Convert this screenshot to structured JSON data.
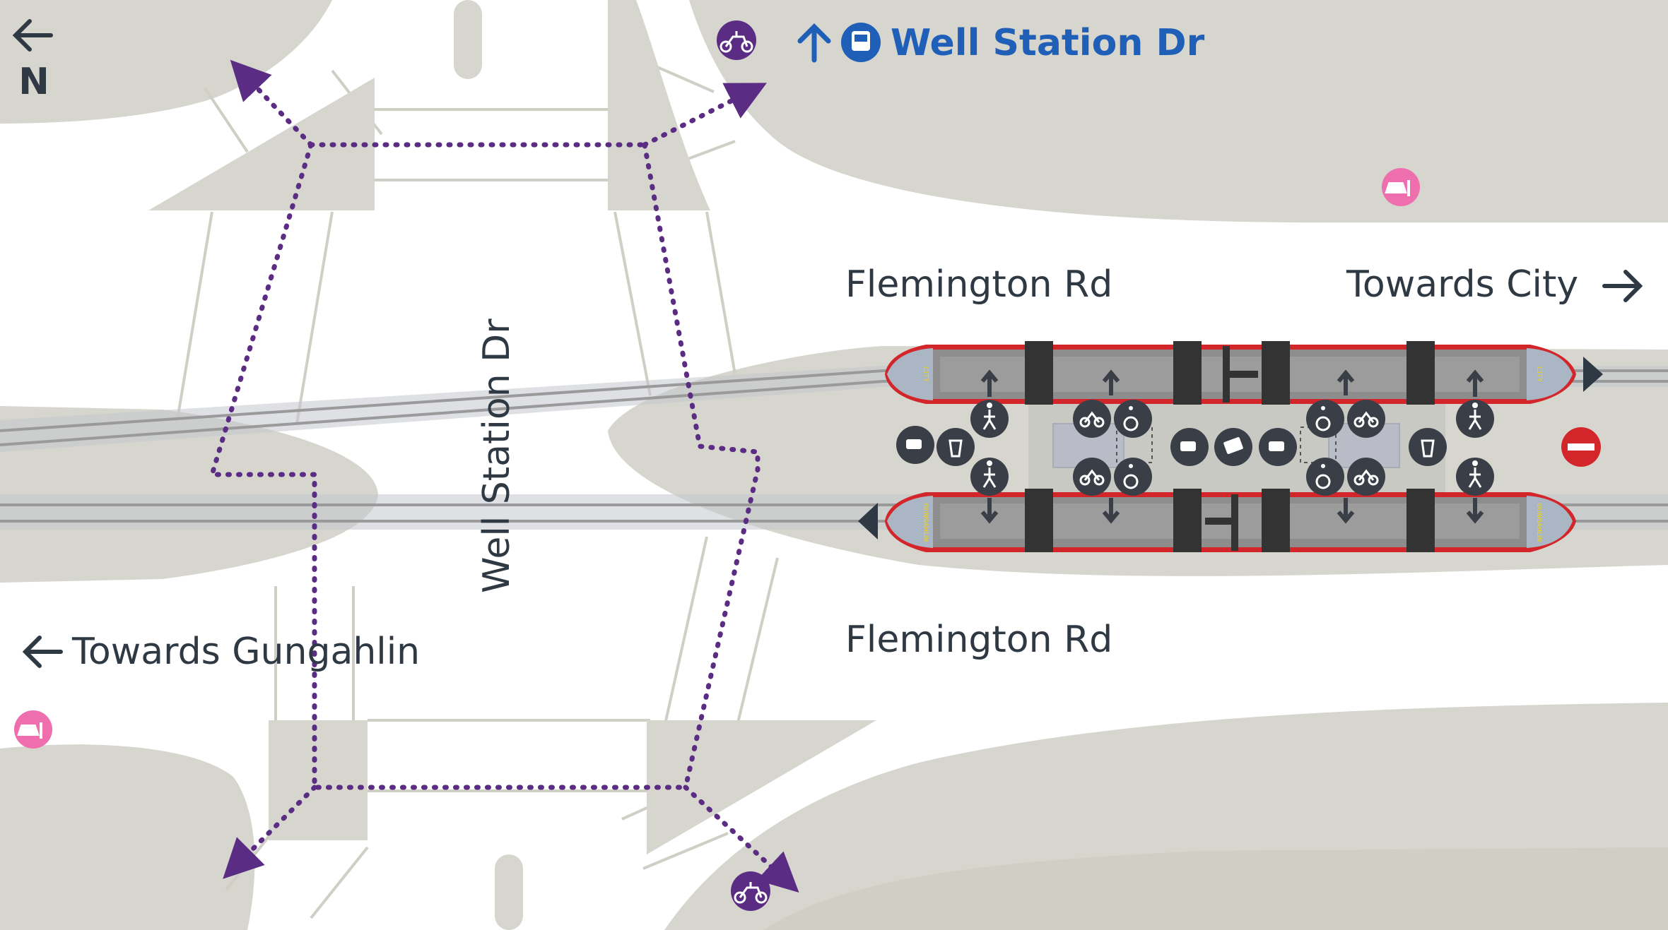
{
  "map": {
    "north_label": "N",
    "road_top_label": "Well Station Dr",
    "road_vertical_label": "Well Station Dr",
    "flemington_north": "Flemington Rd",
    "flemington_south": "Flemington Rd",
    "towards_city": "Towards City",
    "towards_gungahlin": "Towards Gungahlin",
    "tram_dest_city": "CITY",
    "tram_dest_gungahlin": "GUNGAHLIN"
  },
  "colors": {
    "land": "#d6d6ce",
    "road": "#ffffff",
    "track": "#9a9a9a",
    "route": "#5b2c83",
    "bus": "#1f5fb8",
    "tram": "#d3262b",
    "tram_body": "#8d8d8d",
    "icon_dark": "#3a3f47",
    "kiss_ride": "#ef6fae",
    "no_entry": "#d3262b",
    "label": "#2f3943"
  },
  "icons": {
    "bike_rack": "bicycle-parking-icon",
    "bus_stop": "bus-icon",
    "kiss_and_ride": "car-drop-off-icon",
    "walk": "pedestrian-icon",
    "bicycle": "bicycle-icon",
    "wheelchair": "wheelchair-icon",
    "tap_on": "tap-card-icon",
    "ticket": "ticket-machine-icon",
    "bin": "rubbish-bin-icon",
    "no_entry": "no-entry-icon"
  }
}
